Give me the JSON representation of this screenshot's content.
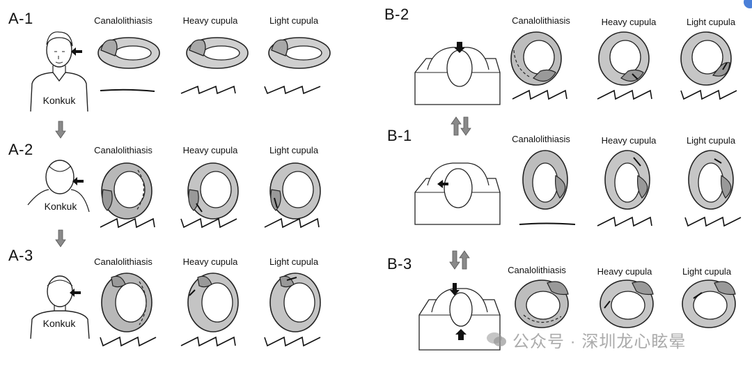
{
  "panels": {
    "a1": "A-1",
    "a2": "A-2",
    "a3": "A-3",
    "b1": "B-1",
    "b2": "B-2",
    "b3": "B-3"
  },
  "columns": {
    "canalolithiasis": "Canalolithiasis",
    "heavy": "Heavy cupula",
    "light": "Light cupula"
  },
  "figure_label": "Konkuk",
  "watermark": "公众号 · 深圳龙心眩晕",
  "colors": {
    "ink": "#111111",
    "arrow_fill": "#8a8a8a",
    "canal_shade": "#9a9a9a"
  },
  "icons": [
    "down-arrow-icon",
    "up-down-arrows-icon",
    "wechat-icon"
  ]
}
